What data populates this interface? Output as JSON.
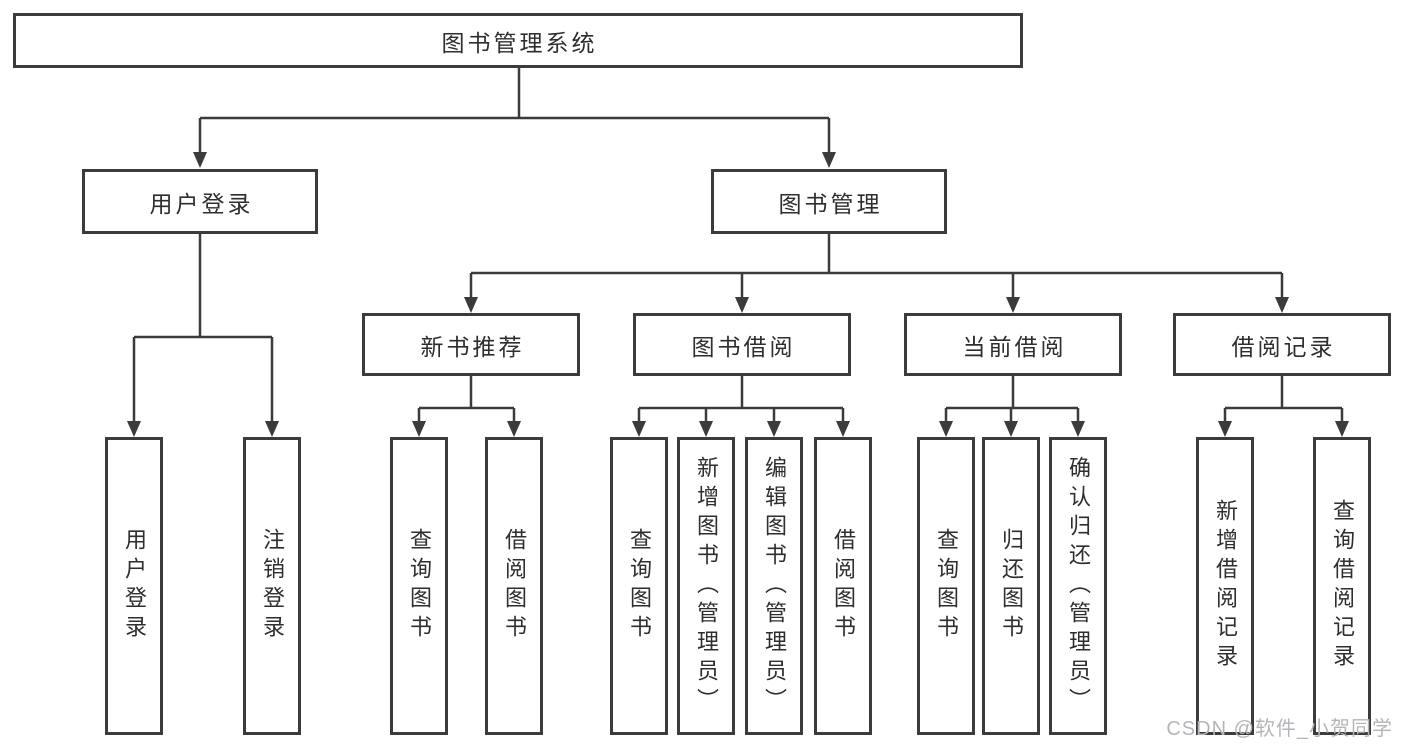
{
  "tree": {
    "root": "图书管理系统",
    "level2": [
      {
        "label": "用户登录",
        "leaves": [
          "用户登录",
          "注销登录"
        ]
      },
      {
        "label": "图书管理",
        "children": [
          {
            "label": "新书推荐",
            "leaves": [
              "查询图书",
              "借阅图书"
            ]
          },
          {
            "label": "图书借阅",
            "leaves": [
              "查询图书",
              "新增图书（管理员）",
              "编辑图书（管理员）",
              "借阅图书"
            ]
          },
          {
            "label": "当前借阅",
            "leaves": [
              "查询图书",
              "归还图书",
              "确认归还（管理员）"
            ]
          },
          {
            "label": "借阅记录",
            "leaves": [
              "新增借阅记录",
              "查询借阅记录"
            ]
          }
        ]
      }
    ]
  },
  "watermark": {
    "text": "CSDN @软件_小贺同学"
  },
  "colors": {
    "line": "#3b3b3b",
    "text": "#2e2e2e",
    "watermark": "#b5b5b9",
    "background": "#ffffff"
  }
}
